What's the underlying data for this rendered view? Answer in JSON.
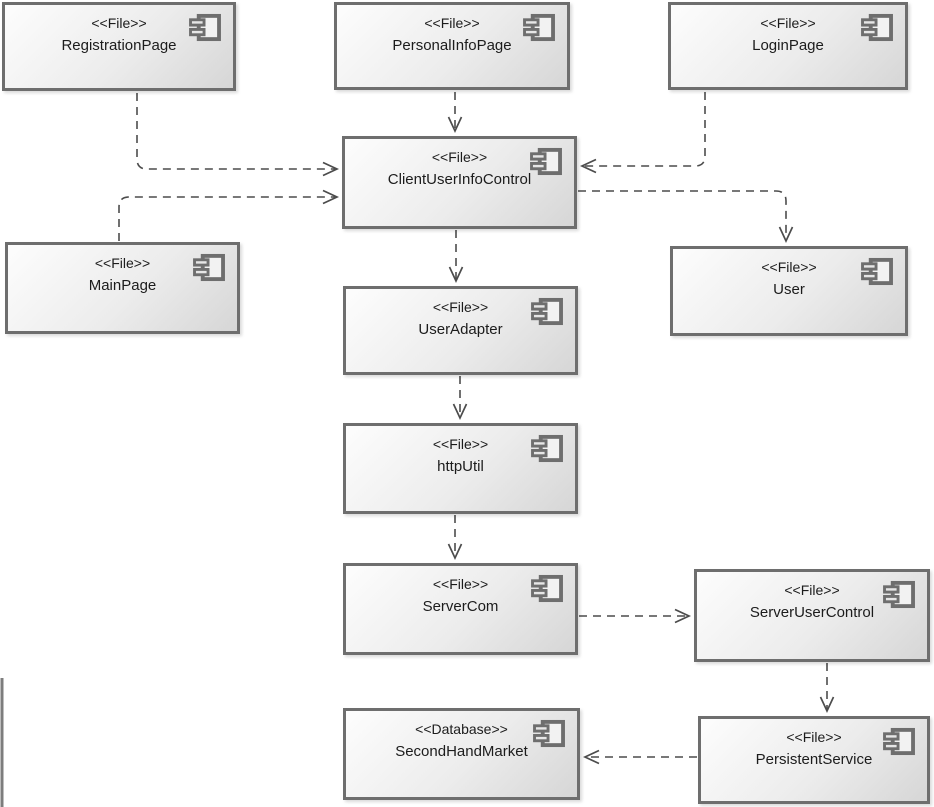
{
  "diagram": {
    "type": "uml-component-diagram",
    "colors": {
      "background": "#ffffff",
      "box_border": "#6e6e6e",
      "box_fill_light": "#fdfdfd",
      "box_fill_dark": "#d6d6d6",
      "connector": "#4c4c4c",
      "text": "#1c1c1c"
    },
    "components": [
      {
        "stereotype": "<<File>>",
        "name": "RegistrationPage"
      },
      {
        "stereotype": "<<File>>",
        "name": "PersonalInfoPage"
      },
      {
        "stereotype": "<<File>>",
        "name": "LoginPage"
      },
      {
        "stereotype": "<<File>>",
        "name": "ClientUserInfoControl"
      },
      {
        "stereotype": "<<File>>",
        "name": "MainPage"
      },
      {
        "stereotype": "<<File>>",
        "name": "User"
      },
      {
        "stereotype": "<<File>>",
        "name": "UserAdapter"
      },
      {
        "stereotype": "<<File>>",
        "name": "httpUtil"
      },
      {
        "stereotype": "<<File>>",
        "name": "ServerCom"
      },
      {
        "stereotype": "<<File>>",
        "name": "ServerUserControl"
      },
      {
        "stereotype": "<<Database>>",
        "name": "SecondHandMarket"
      },
      {
        "stereotype": "<<File>>",
        "name": "PersistentService"
      }
    ],
    "connectors": [
      {
        "from": "RegistrationPage",
        "to": "ClientUserInfoControl",
        "style": "dashed-open-arrow"
      },
      {
        "from": "PersonalInfoPage",
        "to": "ClientUserInfoControl",
        "style": "dashed-open-arrow"
      },
      {
        "from": "LoginPage",
        "to": "ClientUserInfoControl",
        "style": "dashed-open-arrow"
      },
      {
        "from": "MainPage",
        "to": "ClientUserInfoControl",
        "style": "dashed-open-arrow"
      },
      {
        "from": "ClientUserInfoControl",
        "to": "User",
        "style": "dashed-open-arrow"
      },
      {
        "from": "ClientUserInfoControl",
        "to": "UserAdapter",
        "style": "dashed-open-arrow"
      },
      {
        "from": "UserAdapter",
        "to": "httpUtil",
        "style": "dashed-open-arrow"
      },
      {
        "from": "httpUtil",
        "to": "ServerCom",
        "style": "dashed-open-arrow"
      },
      {
        "from": "ServerCom",
        "to": "ServerUserControl",
        "style": "dashed-open-arrow"
      },
      {
        "from": "ServerUserControl",
        "to": "PersistentService",
        "style": "dashed-open-arrow"
      },
      {
        "from": "PersistentService",
        "to": "SecondHandMarket",
        "style": "dashed-open-arrow"
      }
    ]
  }
}
